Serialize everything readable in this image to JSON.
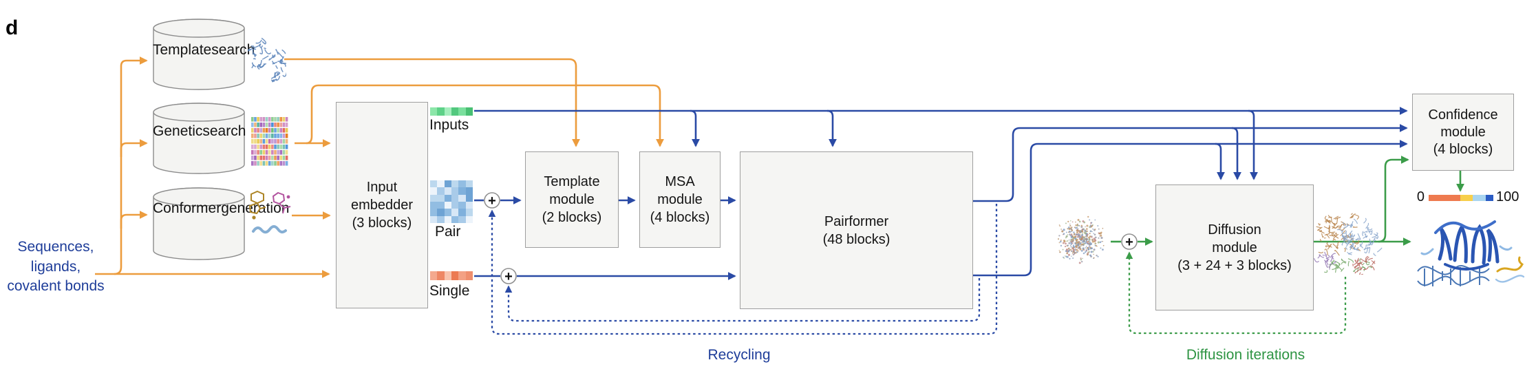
{
  "panel_label": "d",
  "operator": {
    "plus": "+"
  },
  "colors": {
    "orange_line": "#ec9c3d",
    "blue_line": "#2a4aa5",
    "green_line": "#3b9c49",
    "text_blue": "#1e3d99",
    "text_green": "#2e9443",
    "box_fill": "#f5f5f3",
    "box_border": "#9e9e9e"
  },
  "sources": [
    {
      "name": "template-search",
      "line1": "Template",
      "line2": "search"
    },
    {
      "name": "genetic-search",
      "line1": "Genetic",
      "line2": "search"
    },
    {
      "name": "conformer-generation",
      "line1": "Conformer",
      "line2": "generation"
    }
  ],
  "input_text": {
    "line1": "Sequences,",
    "line2": "ligands,",
    "line3": "covalent",
    "line4": "bonds"
  },
  "representations": {
    "inputs": "Inputs",
    "pair": "Pair",
    "single": "Single"
  },
  "modules": {
    "input_embedder": {
      "line1": "Input",
      "line2": "embedder",
      "line3": "(3 blocks)"
    },
    "template_module": {
      "line1": "Template",
      "line2": "module",
      "line3": "(2 blocks)"
    },
    "msa_module": {
      "line1": "MSA",
      "line2": "module",
      "line3": "(4 blocks)"
    },
    "pairformer": {
      "line1": "Pairformer",
      "line2": "(48 blocks)"
    },
    "diffusion_module": {
      "line1": "Diffusion",
      "line2": "module",
      "line3": "(3 + 24 + 3 blocks)"
    },
    "confidence_module": {
      "line1": "Confidence",
      "line2": "module",
      "line3": "(4 blocks)"
    }
  },
  "loops": {
    "recycling": "Recycling",
    "diffusion_iterations": "Diffusion iterations"
  },
  "confidence_scale": {
    "min": "0",
    "max": "100",
    "segments": [
      {
        "color": "#ee7a4f",
        "width": 46
      },
      {
        "color": "#f7cf4b",
        "width": 18
      },
      {
        "color": "#a9d5f0",
        "width": 19
      },
      {
        "color": "#2b5cc4",
        "width": 11
      }
    ]
  },
  "swatches": {
    "inputs_bar": [
      "#8ce6a9",
      "#5ed188",
      "#a5efbe",
      "#52c87e",
      "#7adf9d",
      "#49bf73"
    ],
    "single_bar": [
      "#f4a98e",
      "#ee8764",
      "#f8c3ad",
      "#ec7a52",
      "#f3a184",
      "#ef8f6e"
    ],
    "pair_heatmap_palette": [
      "#d7e7f6",
      "#a9cbe9",
      "#7fb0dc",
      "#edf4fb",
      "#bcd8ee",
      "#92bde2",
      "#6ea3d4"
    ],
    "msa_palette": [
      "#6fbf73",
      "#9b59b6",
      "#e67e22",
      "#e05a4e",
      "#4a90d9",
      "#e8c84a",
      "#c06ab0",
      "#59b3a0"
    ],
    "cloud_palette": [
      "#b38b62",
      "#8aa3c4",
      "#a3b58e",
      "#c08a8a",
      "#9a9aa8",
      "#7f98bf",
      "#c79a6b"
    ]
  }
}
